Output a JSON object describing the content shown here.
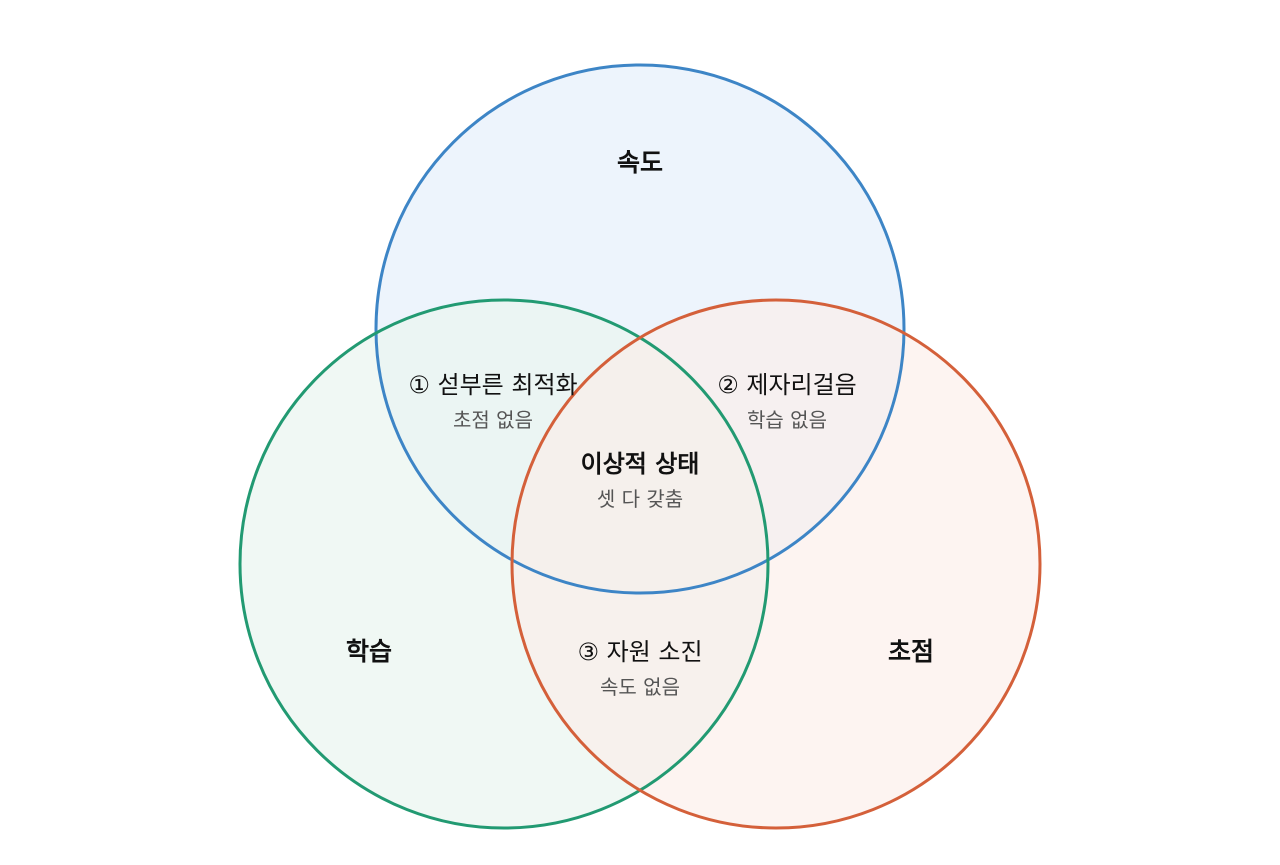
{
  "sets": {
    "speed": {
      "label": "속도",
      "color": "#3d85c6",
      "fill": "#eaf2fb"
    },
    "learning": {
      "label": "학습",
      "color": "#229a72",
      "fill": "#e9f5ef"
    },
    "focus": {
      "label": "초점",
      "color": "#d4603a",
      "fill": "#fbece8"
    }
  },
  "regions": {
    "speed_learning": {
      "title": "① 섣부른 최적화",
      "subtitle": "초점 없음"
    },
    "speed_focus": {
      "title": "② 제자리걸음",
      "subtitle": "학습 없음"
    },
    "learning_focus": {
      "title": "③ 자원 소진",
      "subtitle": "속도 없음"
    },
    "center": {
      "title": "이상적 상태",
      "subtitle": "셋 다 갖춤"
    }
  }
}
